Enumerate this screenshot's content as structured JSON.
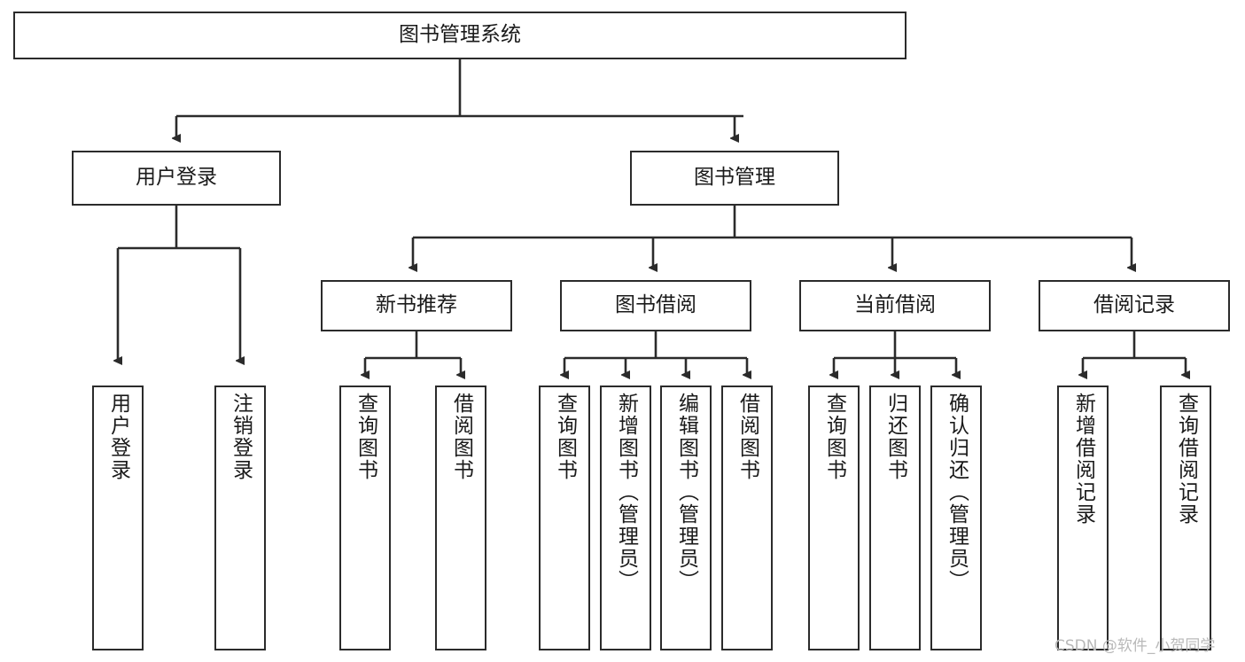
{
  "diagram": {
    "type": "tree-hierarchy-flowchart",
    "title": "图书管理系统",
    "root": {
      "id": "root",
      "label": "图书管理系统",
      "orientation": "horizontal"
    },
    "level2": [
      {
        "id": "user-login",
        "label": "用户登录",
        "orientation": "horizontal"
      },
      {
        "id": "book-management",
        "label": "图书管理",
        "orientation": "horizontal"
      }
    ],
    "level3": [
      {
        "id": "new-book-recommend",
        "label": "新书推荐",
        "orientation": "horizontal",
        "parent": "book-management"
      },
      {
        "id": "book-borrow",
        "label": "图书借阅",
        "orientation": "horizontal",
        "parent": "book-management"
      },
      {
        "id": "current-borrow",
        "label": "当前借阅",
        "orientation": "horizontal",
        "parent": "book-management"
      },
      {
        "id": "borrow-record",
        "label": "借阅记录",
        "orientation": "horizontal",
        "parent": "book-management"
      }
    ],
    "leaves": [
      {
        "id": "leaf-user-login",
        "label": "用户登录",
        "parent": "user-login"
      },
      {
        "id": "leaf-user-logout",
        "label": "注销登录",
        "parent": "user-login"
      },
      {
        "id": "leaf-query-book-rec",
        "label": "查询图书",
        "parent": "new-book-recommend"
      },
      {
        "id": "leaf-borrow-book-rec",
        "label": "借阅图书",
        "parent": "new-book-recommend"
      },
      {
        "id": "leaf-query-book-borrow",
        "label": "查询图书",
        "parent": "book-borrow"
      },
      {
        "id": "leaf-add-book",
        "label": "新增图书（管理员）",
        "parent": "book-borrow"
      },
      {
        "id": "leaf-edit-book",
        "label": "编辑图书（管理员）",
        "parent": "book-borrow"
      },
      {
        "id": "leaf-borrow-book",
        "label": "借阅图书",
        "parent": "book-borrow"
      },
      {
        "id": "leaf-query-book-current",
        "label": "查询图书",
        "parent": "current-borrow"
      },
      {
        "id": "leaf-return-book",
        "label": "归还图书",
        "parent": "current-borrow"
      },
      {
        "id": "leaf-confirm-return",
        "label": "确认归还（管理员）",
        "parent": "current-borrow"
      },
      {
        "id": "leaf-add-record",
        "label": "新增借阅记录",
        "parent": "borrow-record"
      },
      {
        "id": "leaf-query-record",
        "label": "查询借阅记录",
        "parent": "borrow-record"
      }
    ],
    "watermark": "CSDN @软件_小贺同学",
    "colors": {
      "border": "#2b2b2b",
      "text": "#1a1a1a",
      "background": "#ffffff",
      "edge": "#2b2b2b",
      "watermark": "#b9b9b9"
    }
  }
}
